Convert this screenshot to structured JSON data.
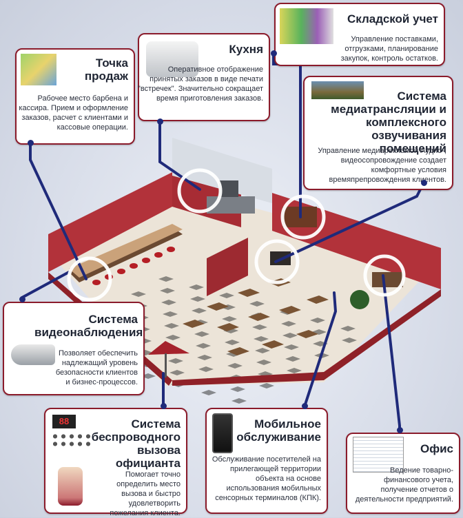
{
  "modules": [
    {
      "title": "Точка продаж",
      "text": "Рабочее место барбена и кассира. Прием и оформление заказов, расчет с клиентами и кассовые операции."
    },
    {
      "title": "Кухня",
      "text": "Оперативное отображение принятых заказов в виде печати \"встречек\". Значительно сокращает время приготовления заказов."
    },
    {
      "title": "Складской учет",
      "text": "Управление поставками, отгрузками, планирование закупок, контроль остатков."
    },
    {
      "title": "Система медиатрансляции и комплексного озвучивания помещений",
      "text": "Управление медиарекламой Аудио-, видеосопровождение создает комфортные условия времяпрепровождения клиентов."
    },
    {
      "title": "Система видеонаблюдения",
      "text": "Позволяет обеспечить надлежащий уровень безопасности клиентов и бизнес-процессов."
    },
    {
      "title": "Система беспроводного вызова официанта",
      "text": "Помогает точно определить место вызова и быстро удовлетворить пожелания клиента."
    },
    {
      "title": "Мобильное обслуживание",
      "text": "Обслуживание посетителей на прилегающей территории объекта на основе использования мобильных сенсорных терминалов (КПК)."
    },
    {
      "title": "Офис",
      "text": "Ведение товарно-финансового учета, получение отчетов о деятельности предприятий."
    }
  ],
  "display": {
    "pager_number": "88"
  }
}
